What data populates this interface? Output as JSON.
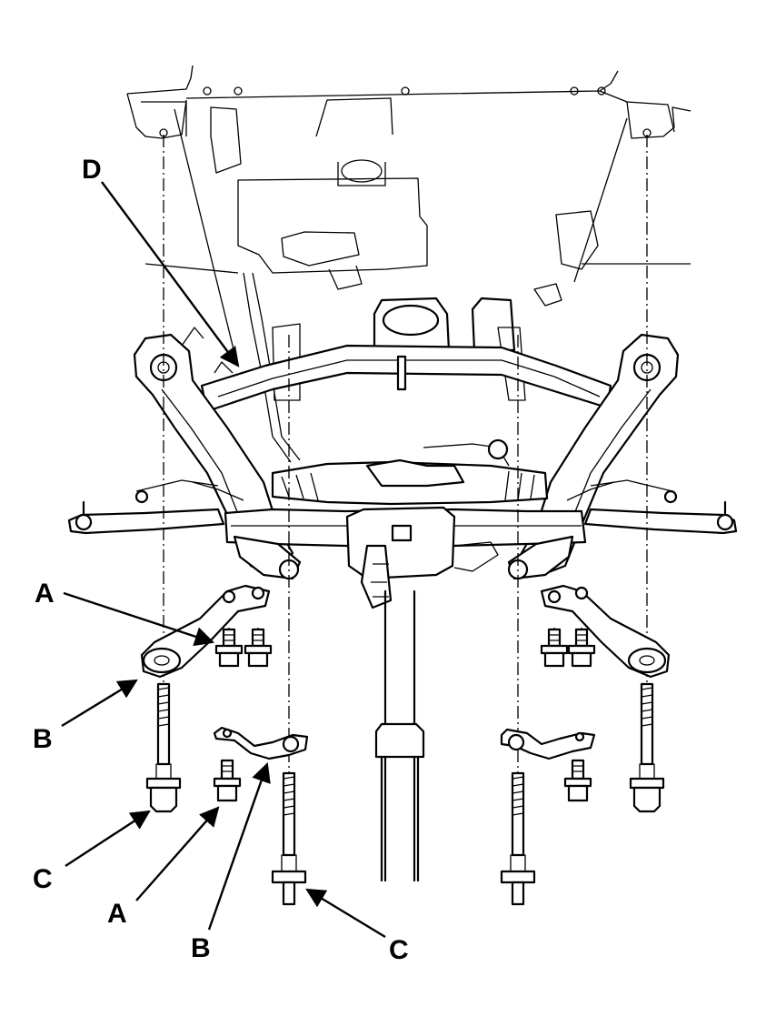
{
  "diagram": {
    "callouts": {
      "A": "A",
      "B": "B",
      "C": "C",
      "D": "D"
    },
    "colors": {
      "ink": "#000000",
      "paper": "#ffffff"
    }
  }
}
